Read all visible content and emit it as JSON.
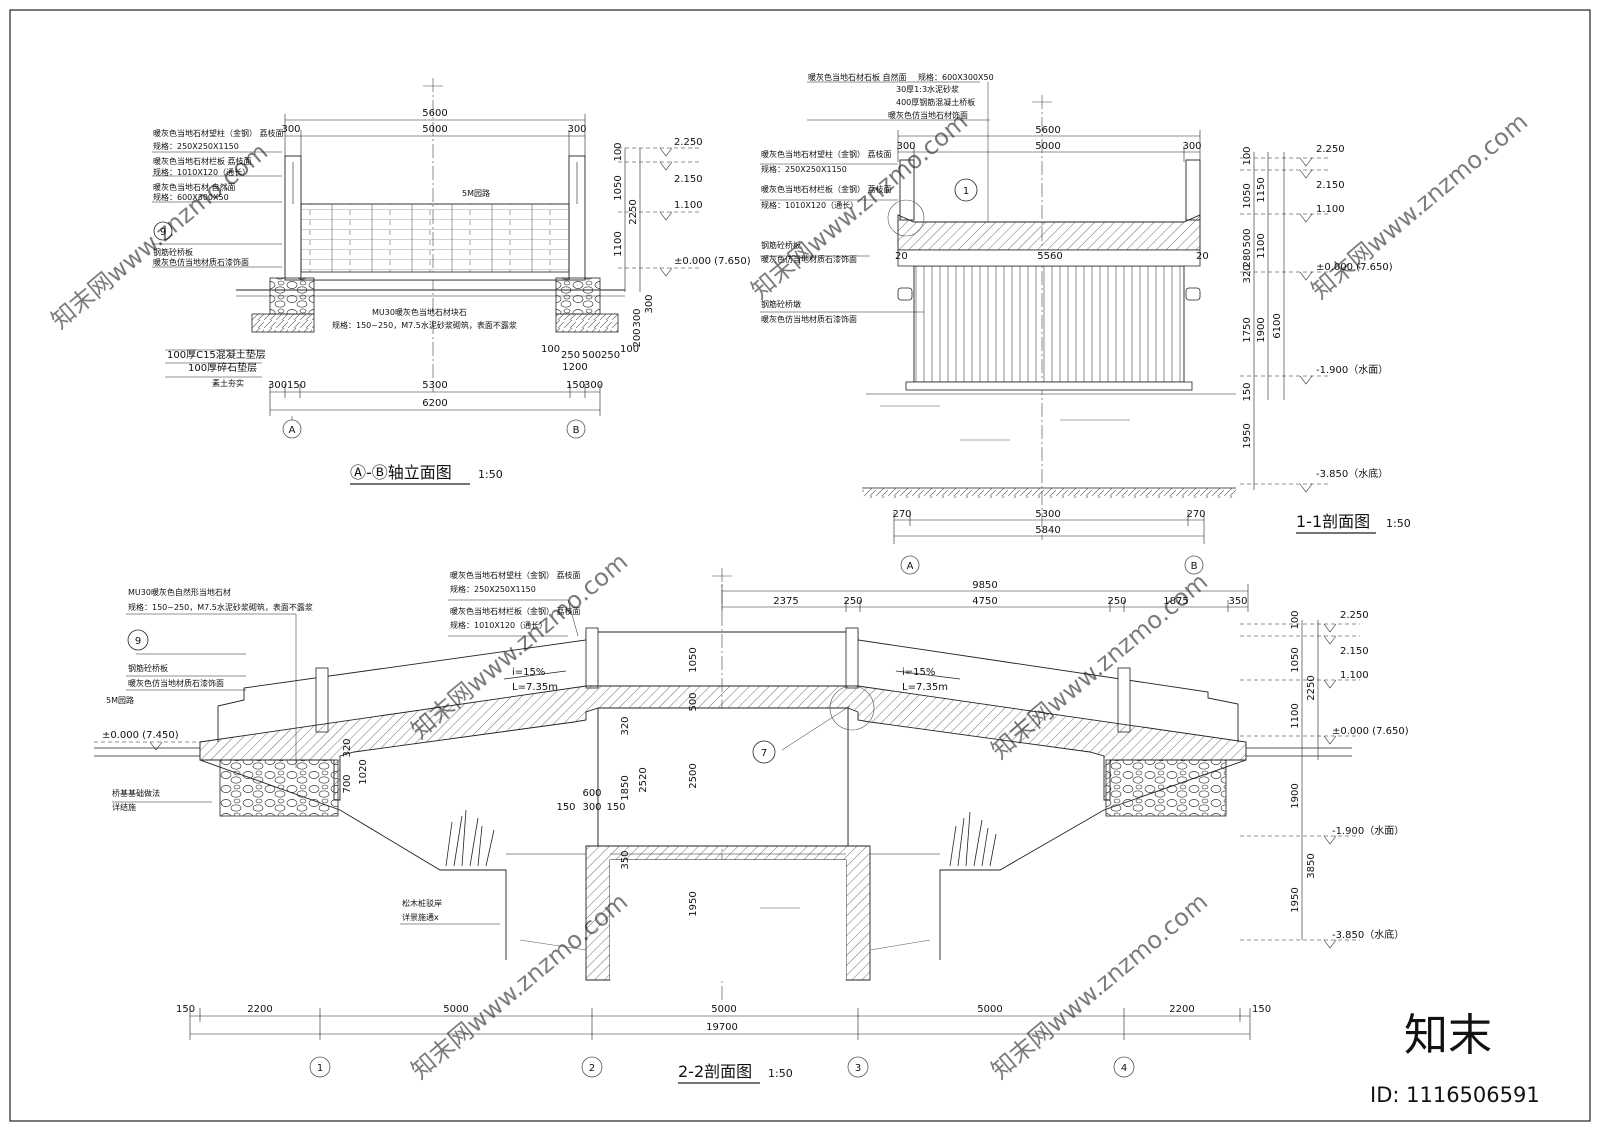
{
  "elevation_ab": {
    "title": "Ⓐ-Ⓑ轴立面图",
    "scale": "1:50",
    "dims_top": [
      "5600",
      "300",
      "5000",
      "300"
    ],
    "dims_right": [
      "100",
      "1050",
      "2250",
      "1100"
    ],
    "levels": [
      "2.250",
      "2.150",
      "1.100",
      "±0.000 (7.650)"
    ],
    "dims_bottom": [
      "300",
      "150",
      "5300",
      "150",
      "300",
      "6200"
    ],
    "dims_footing": [
      "100",
      "250",
      "500",
      "250",
      "100",
      "1200",
      "300",
      "200",
      "300"
    ],
    "labels": {
      "post": "暖灰色当地石材望柱（金钢） 荔枝面",
      "post_size": "规格：250X250X1150",
      "rail": "暖灰色当地石材栏板 荔枝面",
      "rail_size": "规格：1010X120（通长）",
      "deck": "暖灰色当地石材 自然面",
      "deck_size": "规格：600X300X50",
      "beam": "钢筋砼桥板",
      "finish": "暖灰色仿当地材质石漆饰面",
      "path": "5M园路",
      "stone": "MU30暖灰色当地石材块石",
      "stone_spec": "规格：150~250，M7.5水泥砂浆砌筑，表面不露浆",
      "conc": "100厚C15混凝土垫层",
      "gravel": "100厚碎石垫层",
      "soil": "素土夯实",
      "detail": "9"
    },
    "axes": [
      "A",
      "B"
    ]
  },
  "section_11": {
    "title": "1-1剖面图",
    "scale": "1:50",
    "dims_top": [
      "5600",
      "300",
      "5000",
      "300"
    ],
    "dims_mid": [
      "20",
      "5560",
      "20"
    ],
    "dims_right": [
      "100",
      "1050",
      "1150",
      "500",
      "280",
      "320",
      "1100",
      "1750",
      "1900",
      "6100",
      "150",
      "1950"
    ],
    "levels": [
      "2.250",
      "2.150",
      "1.100",
      "±0.000 (7.650)",
      "-1.900（水面）",
      "-3.850（水底）"
    ],
    "dims_bottom": [
      "270",
      "5300",
      "270",
      "5840"
    ],
    "labels": {
      "deck": "暖灰色当地石材石板 自然面",
      "deck_size": "规格：600X300X50",
      "mortar": "30厚1:3水泥砂浆",
      "slab": "400厚钢筋混凝土桥板",
      "finish_top": "暖灰色仿当地石材饰面",
      "post": "暖灰色当地石材望柱（金钢） 荔枝面",
      "post_size": "规格：250X250X1150",
      "rail": "暖灰色当地石材栏板（金钢） 荔枝面",
      "rail_size": "规格：1010X120（通长）",
      "beam": "钢筋砼桥板",
      "finish": "暖灰色仿当地材质石漆饰面",
      "beam2": "钢筋砼桥墩",
      "finish2": "暖灰色仿当地材质石漆饰面",
      "detail": "1"
    },
    "axes": [
      "A",
      "B"
    ]
  },
  "section_22": {
    "title": "2-2剖面图",
    "scale": "1:50",
    "dims_top": [
      "9850",
      "2375",
      "250",
      "4750",
      "250",
      "1875",
      "350"
    ],
    "dims_right": [
      "100",
      "1050",
      "2250",
      "1100",
      "1900",
      "3850",
      "1950"
    ],
    "levels": [
      "2.250",
      "2.150",
      "1.100",
      "±0.000 (7.650)",
      "-1.900（水面）",
      "-3.850（水底）"
    ],
    "level_left": "±0.000 (7.450)",
    "dims_inner": [
      "320",
      "1020",
      "700",
      "600",
      "150",
      "300",
      "150",
      "320",
      "1850",
      "2520",
      "2500",
      "500",
      "1050",
      "350",
      "1950"
    ],
    "dims_bottom": [
      "150",
      "2200",
      "5000",
      "5000",
      "5000",
      "2200",
      "150",
      "19700"
    ],
    "slope_left": [
      "i=15%",
      "L=7.35m"
    ],
    "slope_right": [
      "i=15%",
      "L=7.35m"
    ],
    "labels": {
      "stone": "MU30暖灰色自然形当地石材",
      "stone_spec": "规格：150~250，M7.5水泥砂浆砌筑，表面不露浆",
      "post": "暖灰色当地石材望柱（金钢） 荔枝面",
      "post_size": "规格：250X250X1150",
      "rail": "暖灰色当地石材栏板（金钢） 荔枝面",
      "rail_size": "规格：1010X120（通长）",
      "beam": "钢筋砼桥板",
      "finish": "暖灰色仿当地材质石漆饰面",
      "path": "5M园路",
      "found": "桥基基础做法",
      "found2": "详结施",
      "pile": "松木桩驳岸",
      "pile2": "详景施通x",
      "detail_a": "9",
      "detail_b": "7"
    },
    "axes": [
      "1",
      "2",
      "3",
      "4"
    ]
  },
  "brand": {
    "logo": "知末",
    "id": "ID: 1116506591",
    "watermark": "知末网www.znzmo.com"
  }
}
